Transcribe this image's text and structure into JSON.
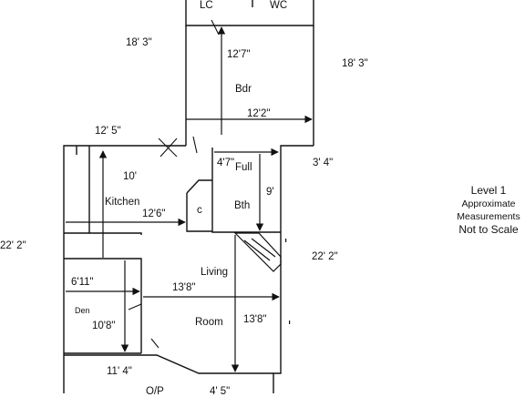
{
  "floor_plan": {
    "dimensions": {
      "top_left": "18' 3\"",
      "top_right": "18' 3\"",
      "bdr_depth": "12'7\"",
      "bdr_width": "12'2\"",
      "upper_left": "12' 5\"",
      "upper_right": "3' 4\"",
      "kitchen_depth": "10'",
      "kitchen_width": "12'6\"",
      "bath_width": "4'7\"",
      "bath_depth": "9'",
      "left_total": "22' 2\"",
      "right_total": "22' 2\"",
      "den_width": "6'11\"",
      "living_width": "13'8\"",
      "den_depth": "10'8\"",
      "living_depth": "13'8\"",
      "bottom_left": "11' 4\"",
      "bottom_right": "4' 5\""
    },
    "rooms": {
      "lc": "LC",
      "wc": "WC",
      "bdr": "Bdr",
      "kitchen": "Kitchen",
      "closet": "c",
      "full": "Full",
      "bth": "Bth",
      "living": "Living",
      "den": "Den",
      "room": "Room",
      "op": "O/P"
    }
  },
  "legend": {
    "level": "Level 1",
    "line1": "Approximate",
    "line2": "Measurements",
    "line3": "Not to Scale"
  }
}
